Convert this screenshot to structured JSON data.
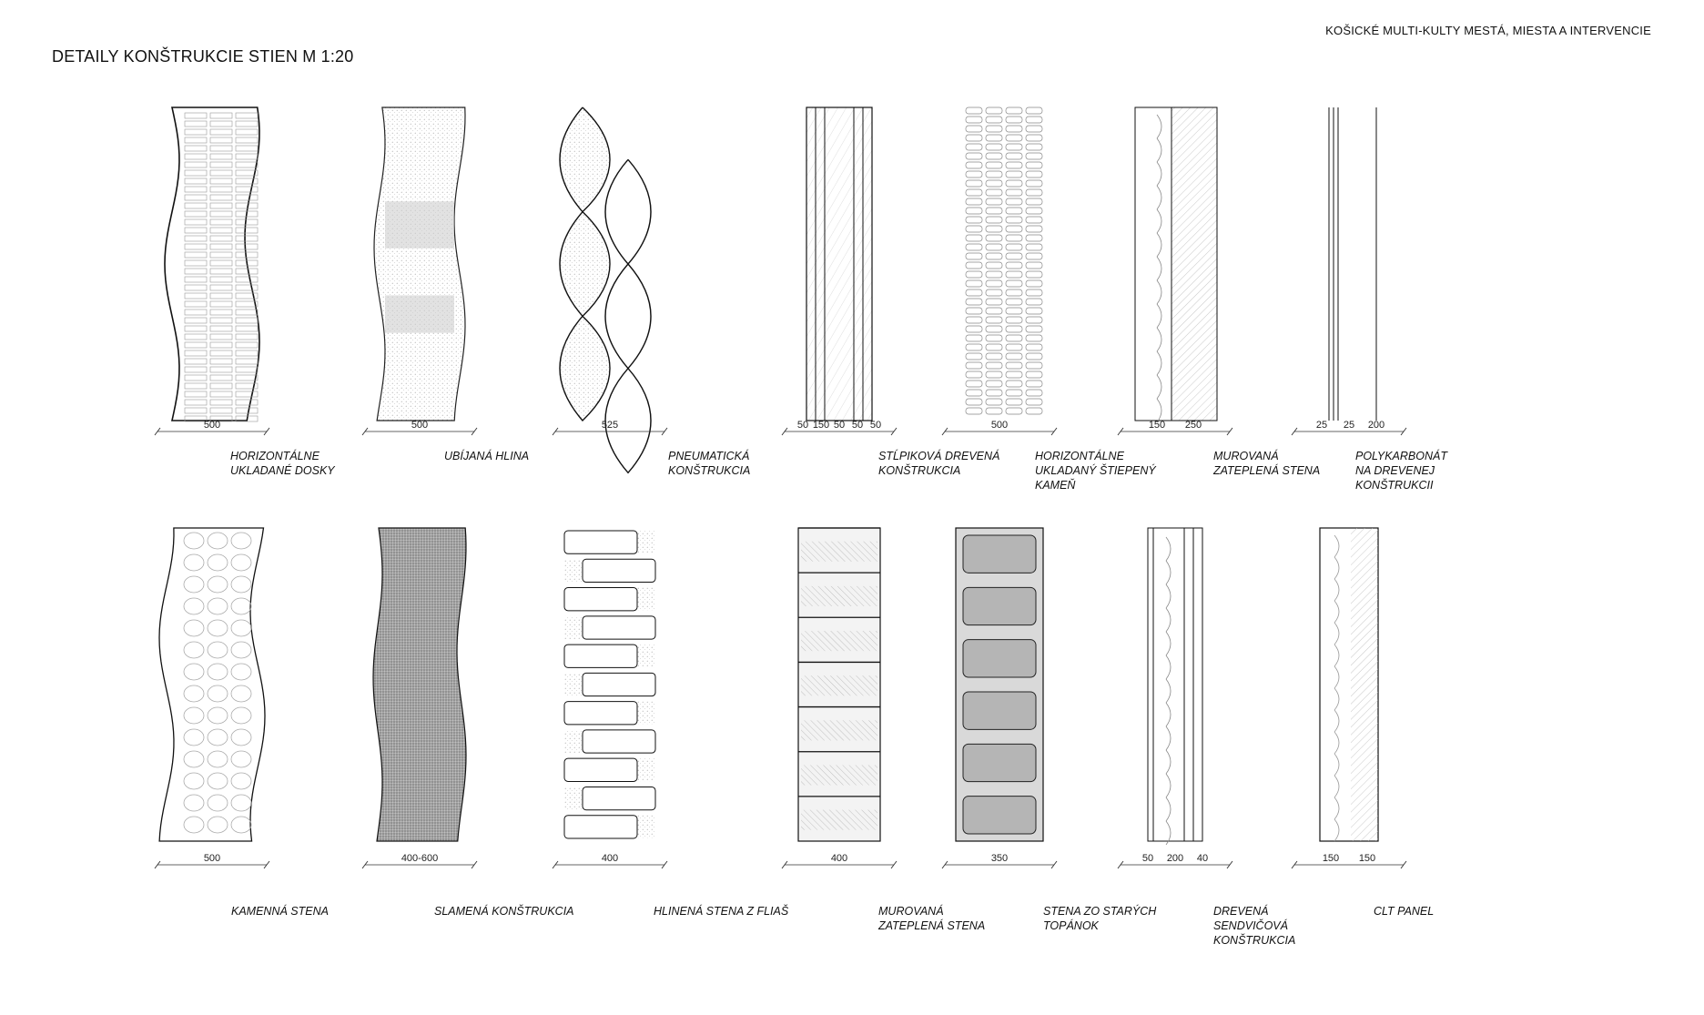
{
  "sheet_title": "DETAILY KONŠTRUKCIE STIEN M 1:20",
  "project_title": "KOŠICKÉ MULTI-KULTY MESTÁ, MIESTA A INTERVENCIE",
  "rows": [
    [
      {
        "id": "boards",
        "pattern": "boards",
        "caption": [
          "HORIZONTÁLNE",
          "UKLADANÉ DOSKY"
        ],
        "dims": [
          "500"
        ]
      },
      {
        "id": "rammed-earth",
        "pattern": "earth",
        "caption": [
          "UBÍJANÁ HLINA"
        ],
        "dims": [
          "500"
        ]
      },
      {
        "id": "pneumatic",
        "pattern": "pneumatic",
        "caption": [
          "PNEUMATICKÁ",
          "KONŠTRUKCIA"
        ],
        "dims": [
          "525"
        ]
      },
      {
        "id": "timber-frame",
        "pattern": "timberframe",
        "caption": [
          "STĹPIKOVÁ DREVENÁ",
          "KONŠTRUKCIA"
        ],
        "dims": [
          "50",
          "150",
          "50",
          "50",
          "50"
        ]
      },
      {
        "id": "split-stone",
        "pattern": "splitstone",
        "caption": [
          "HORIZONTÁLNE",
          "UKLADANÝ ŠTIEPENÝ",
          "KAMEŇ"
        ],
        "dims": [
          "500"
        ]
      },
      {
        "id": "insulated-masonry-1",
        "pattern": "insulated",
        "caption": [
          "MUROVANÁ",
          "ZATEPLENÁ STENA"
        ],
        "dims": [
          "150",
          "250"
        ]
      },
      {
        "id": "polycarbonate",
        "pattern": "polycarb",
        "caption": [
          "POLYKARBONÁT",
          "NA DREVENEJ",
          "KONŠTRUKCII"
        ],
        "dims": [
          "25",
          "25",
          "200"
        ]
      }
    ],
    [
      {
        "id": "stone-wall",
        "pattern": "cobble",
        "caption": [
          "KAMENNÁ STENA"
        ],
        "dims": [
          "500"
        ]
      },
      {
        "id": "straw",
        "pattern": "straw",
        "caption": [
          "SLAMENÁ  KONŠTRUKCIA"
        ],
        "dims": [
          "400-600"
        ]
      },
      {
        "id": "bottles",
        "pattern": "bottles",
        "caption": [
          "HLINENÁ STENA Z FLIAŠ"
        ],
        "dims": [
          "400"
        ]
      },
      {
        "id": "insulated-masonry-2",
        "pattern": "bricks",
        "caption": [
          "MUROVANÁ",
          "ZATEPLENÁ STENA"
        ],
        "dims": [
          "400"
        ]
      },
      {
        "id": "old-shoes",
        "pattern": "shoes",
        "caption": [
          "STENA ZO STARÝCH",
          "TOPÁNOK"
        ],
        "dims": [
          "350"
        ]
      },
      {
        "id": "timber-sandwich",
        "pattern": "sandwich",
        "caption": [
          "DREVENÁ",
          "SENDVIČOVÁ",
          "KONŠTRUKCIA"
        ],
        "dims": [
          "50",
          "200",
          "40"
        ]
      },
      {
        "id": "clt",
        "pattern": "clt",
        "caption": [
          "CLT PANEL"
        ],
        "dims": [
          "150",
          "150"
        ]
      }
    ]
  ]
}
